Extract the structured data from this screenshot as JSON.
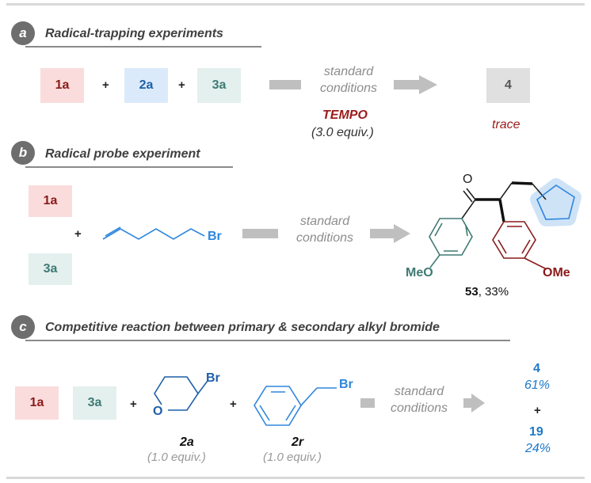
{
  "colors": {
    "red_box": "#fadcdc",
    "red_text": "#8b1a1a",
    "blue_box": "#dbeafb",
    "blue_text": "#1f5fa8",
    "teal_box": "#e3f0ee",
    "teal_text": "#3f7a73",
    "gray_box": "#e0e0e0",
    "arrow": "#bfbfbf",
    "tempo": "#9b1b1b",
    "ring_blue": "#2e86de",
    "yield_blue": "#1f78c8"
  },
  "sections": {
    "a": {
      "letter": "a",
      "title": "Radical-trapping experiments",
      "reactant1": "1a",
      "plus1": "+",
      "reactant2": "2a",
      "plus2": "+",
      "reactant3": "3a",
      "cond_line1": "standard",
      "cond_line2": "conditions",
      "additive": "TEMPO",
      "additive_amount": "(3.0 equiv.)",
      "product": "4",
      "product_result": "trace"
    },
    "b": {
      "letter": "b",
      "title": "Radical probe experiment",
      "reactant1": "1a",
      "plus": "+",
      "reactant3": "3a",
      "bromide": "Br",
      "cond_line1": "standard",
      "cond_line2": "conditions",
      "ketone_o": "O",
      "meo": "MeO",
      "ome": "OMe",
      "product_num": "53",
      "product_yield": ", 33%"
    },
    "c": {
      "letter": "c",
      "title": "Competitive reaction between primary & secondary alkyl bromide",
      "reactant1": "1a",
      "reactant3": "3a",
      "plus1": "+",
      "plus2": "+",
      "br_a": "Br",
      "ring_o": "O",
      "label_2a": "2a",
      "equiv_2a": "(1.0 equiv.)",
      "br_r": "Br",
      "label_2r": "2r",
      "equiv_2r": "(1.0 equiv.)",
      "cond_line1": "standard",
      "cond_line2": "conditions",
      "prod1": "4",
      "prod1_yield": "61%",
      "plus3": "+",
      "prod2": "19",
      "prod2_yield": "24%"
    }
  }
}
